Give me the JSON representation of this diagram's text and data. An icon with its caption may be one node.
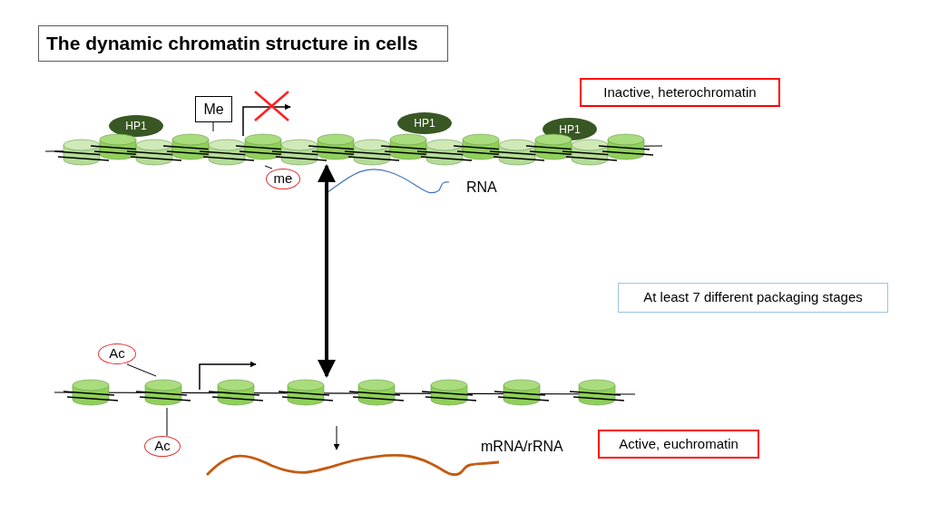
{
  "diagram": {
    "title": "The dynamic chromatin structure in cells",
    "nodes": [
      {
        "text": [
          "Inactive, heterochromatin"
        ]
      },
      {
        "text": [
          "HP1"
        ]
      },
      {
        "text": [
          "HP1"
        ]
      },
      {
        "text": [
          "HP1"
        ]
      },
      {
        "text": [
          "Me"
        ]
      },
      {
        "text": [
          "me"
        ]
      },
      {
        "text": [],
        "shape": "picture"
      },
      {
        "text": [
          "At least 7 different packaging stages"
        ]
      },
      {
        "text": [
          "Ac"
        ]
      },
      {
        "text": [],
        "shape": "picture"
      },
      {
        "text": [
          "Ac"
        ]
      },
      {
        "text": [
          "Active, euchromatin"
        ]
      },
      {
        "text": [],
        "shape": "picture"
      }
    ],
    "edges": [
      {
        "from": 4,
        "to": 6,
        "arrow": "none"
      },
      {
        "from": 5,
        "to": 6,
        "arrow": "none"
      },
      {
        "from": 6,
        "to": 9,
        "arrow": "both",
        "style": "thick"
      },
      {
        "from": 8,
        "to": 9,
        "arrow": "none"
      },
      {
        "from": 10,
        "to": 9,
        "arrow": "none"
      },
      {
        "from": null,
        "to": 12,
        "arrow": "to"
      }
    ],
    "labels": [
      "RNA",
      "mRNA/rRNA"
    ]
  }
}
